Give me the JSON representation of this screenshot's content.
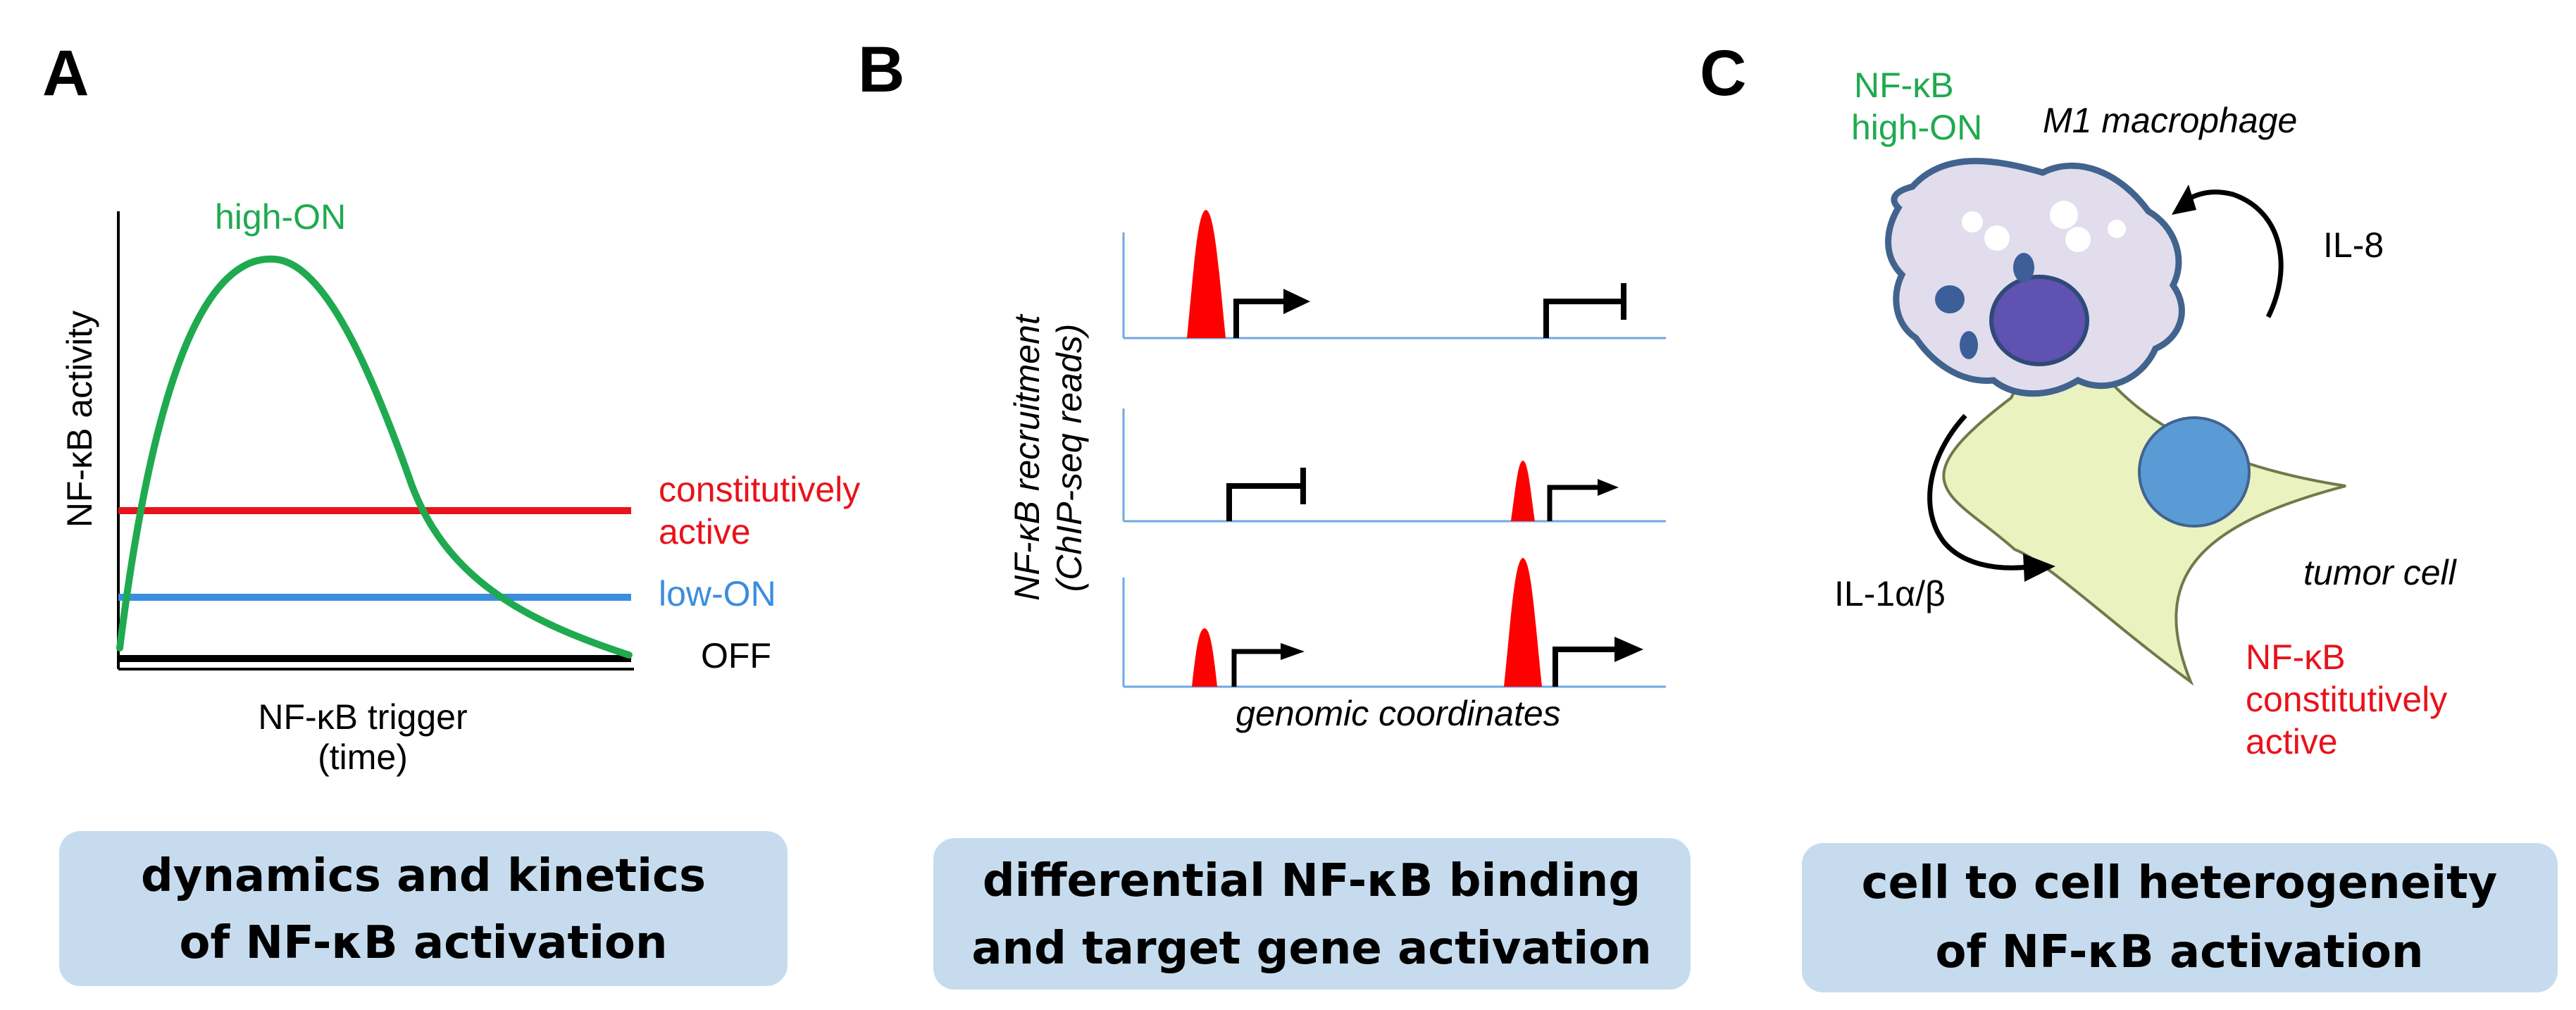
{
  "colors": {
    "high_on": "#1faa4f",
    "constitutive": "#e8131b",
    "low_on": "#3b8de0",
    "off": "#000000",
    "caption_box": "#c6dcee",
    "peak": "#ff0000",
    "macrophage_fill": "#e1dded",
    "macrophage_stroke": "#41638e",
    "nucleus_fill": "#6052b0",
    "tumor_fill": "#eaf2c0",
    "tumor_stroke": "#6f7a4a",
    "tumor_nucleus": "#5b9bd5",
    "baseline": "#6fa8e0"
  },
  "panel_a": {
    "letter": "A",
    "ylabel": "NF-κB activity",
    "xlabel_line1": "NF-κB trigger",
    "xlabel_line2": "(time)",
    "label_high_on": "high-ON",
    "label_constitutive_line1": "constitutively",
    "label_constitutive_line2": "active",
    "label_low_on": "low-ON",
    "label_off": "OFF",
    "caption_line1": "dynamics and kinetics",
    "caption_line2": "of NF-κB activation"
  },
  "panel_b": {
    "letter": "B",
    "ylabel_line1": "NF-κB recruitment",
    "ylabel_line2": "(ChIP-seq reads)",
    "xlabel": "genomic coordinates",
    "caption_line1": "differential NF-κB binding",
    "caption_line2": "and target gene activation"
  },
  "panel_c": {
    "letter": "C",
    "label_nfkb_high_line1": "NF-κB",
    "label_nfkb_high_line2": "high-ON",
    "label_macrophage": "M1 macrophage",
    "label_il8": "IL-8",
    "label_il1": "IL-1α/β",
    "label_tumor": "tumor cell",
    "label_nfkb_const_line1": "NF-κB",
    "label_nfkb_const_line2": "constitutively",
    "label_nfkb_const_line3": "active",
    "caption_line1": "cell to cell heterogeneity",
    "caption_line2": "of NF-κB activation"
  }
}
